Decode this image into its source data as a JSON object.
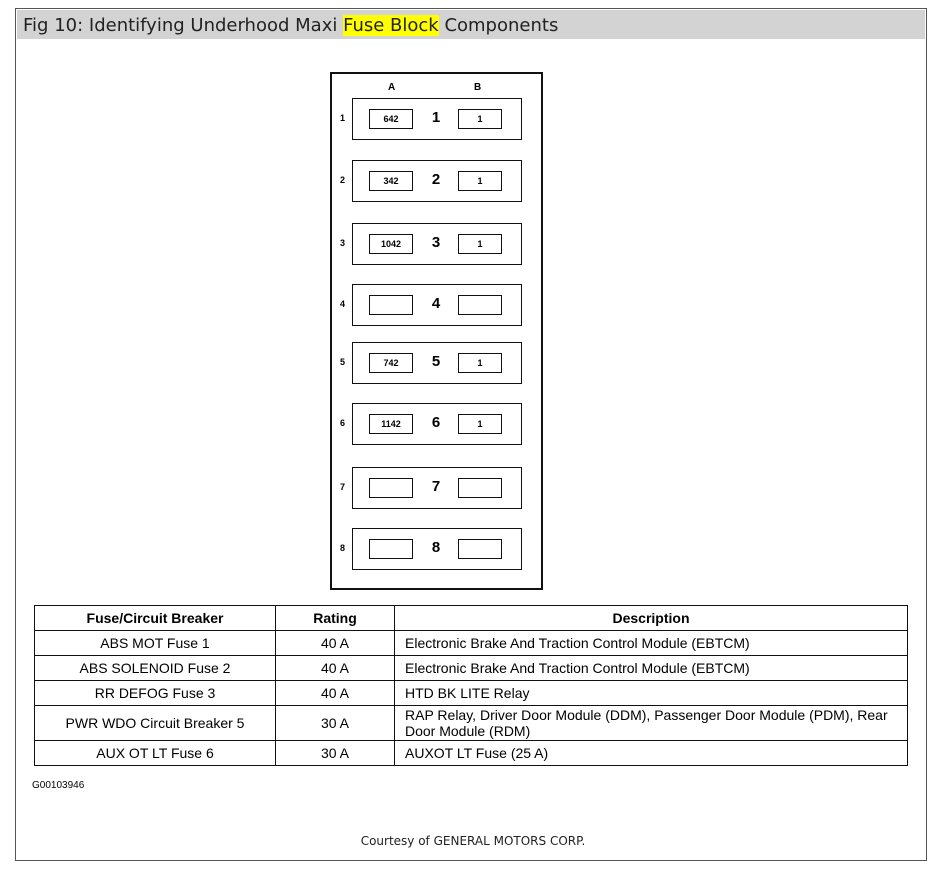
{
  "title": {
    "before": "Fig 10: Identifying Underhood Maxi ",
    "highlight": "Fuse Block",
    "after": " Components",
    "highlight_color": "#ffff00"
  },
  "diagram": {
    "col_a": "A",
    "col_b": "B",
    "rows": [
      {
        "label": "1",
        "a": "642",
        "center": "1",
        "b": "1"
      },
      {
        "label": "2",
        "a": "342",
        "center": "2",
        "b": "1"
      },
      {
        "label": "3",
        "a": "1042",
        "center": "3",
        "b": "1"
      },
      {
        "label": "4",
        "a": "",
        "center": "4",
        "b": ""
      },
      {
        "label": "5",
        "a": "742",
        "center": "5",
        "b": "1"
      },
      {
        "label": "6",
        "a": "1142",
        "center": "6",
        "b": "1"
      },
      {
        "label": "7",
        "a": "",
        "center": "7",
        "b": ""
      },
      {
        "label": "8",
        "a": "",
        "center": "8",
        "b": ""
      }
    ]
  },
  "table": {
    "headers": [
      "Fuse/Circuit Breaker",
      "Rating",
      "Description"
    ],
    "rows": [
      [
        "ABS MOT Fuse 1",
        "40 A",
        "Electronic Brake And Traction Control Module (EBTCM)"
      ],
      [
        "ABS SOLENOID Fuse 2",
        "40 A",
        "Electronic Brake And Traction Control Module (EBTCM)"
      ],
      [
        "RR DEFOG Fuse 3",
        "40 A",
        "HTD BK LITE Relay"
      ],
      [
        "PWR WDO Circuit Breaker 5",
        "30 A",
        "RAP Relay, Driver Door Module (DDM), Passenger Door Module (PDM), Rear Door Module (RDM)"
      ],
      [
        "AUX OT LT Fuse 6",
        "30 A",
        "AUXOT LT Fuse (25 A)"
      ]
    ]
  },
  "figure_code": "G00103946",
  "credit": "Courtesy of GENERAL MOTORS CORP."
}
